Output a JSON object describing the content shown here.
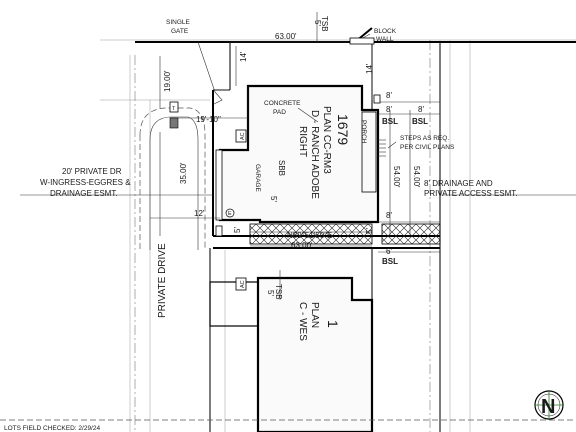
{
  "title_block": {
    "field_checked": "LOTS FIELD CHECKED: 2/29/24"
  },
  "north_arrow": {
    "letter": "N"
  },
  "plan": {
    "lot_number": "1679",
    "plan_lines": [
      "PLAN CC-RM3",
      "D - RANCH ADOBE",
      "RIGHT"
    ],
    "next_lot_number": "1",
    "next_plan_lines": [
      "PLAN",
      "C - WES"
    ]
  },
  "labels": {
    "single_gate": [
      "SINGLE",
      "GATE"
    ],
    "block_wall": [
      "BLOCK",
      "WALL"
    ],
    "concrete_pad": [
      "CONCRETE",
      "PAD"
    ],
    "porch": "PORCH",
    "garage": "GARAGE",
    "steps": [
      "STEPS AS REQ.",
      "PER CIVIL PLANS"
    ],
    "private_dr": [
      "20' PRIVATE DR",
      "W-INGRESS-EGGRES &",
      "DRAINAGE ESMT."
    ],
    "drainage": [
      "8' DRAINAGE AND",
      "PRIVATE ACCESS ESMT."
    ],
    "private_drive": "PRIVATE DRIVE",
    "bearing": "N89°51'50\"E",
    "tag_ac": "AC",
    "tag_t": "T",
    "tag_e": "E"
  },
  "dimensions": {
    "top_width": "63.00'",
    "bottom_width": "63.00'",
    "front_setback": "5'",
    "tsb_top": "TSB",
    "tsb_bottom": "TSB",
    "left_front": "14'",
    "right_front": "14'",
    "left_19": "19.00'",
    "gate_offset": "19'-10\"",
    "depth_35": "35.00'",
    "side_12": "12'",
    "garage_5": "5'",
    "sbb": "SBB",
    "left_5": "5'",
    "right_5": "5'",
    "bsl_top_left": "BSL",
    "bsl_top_right": "BSL",
    "bsl_bottom": "BSL",
    "eight_1": "8'",
    "eight_2": "8'",
    "eight_3": "8'",
    "eight_4": "8'",
    "six": "6'",
    "depth_54_a": "54.00'",
    "depth_54_b": "54.00'",
    "tsb_lower_5": "5'"
  }
}
